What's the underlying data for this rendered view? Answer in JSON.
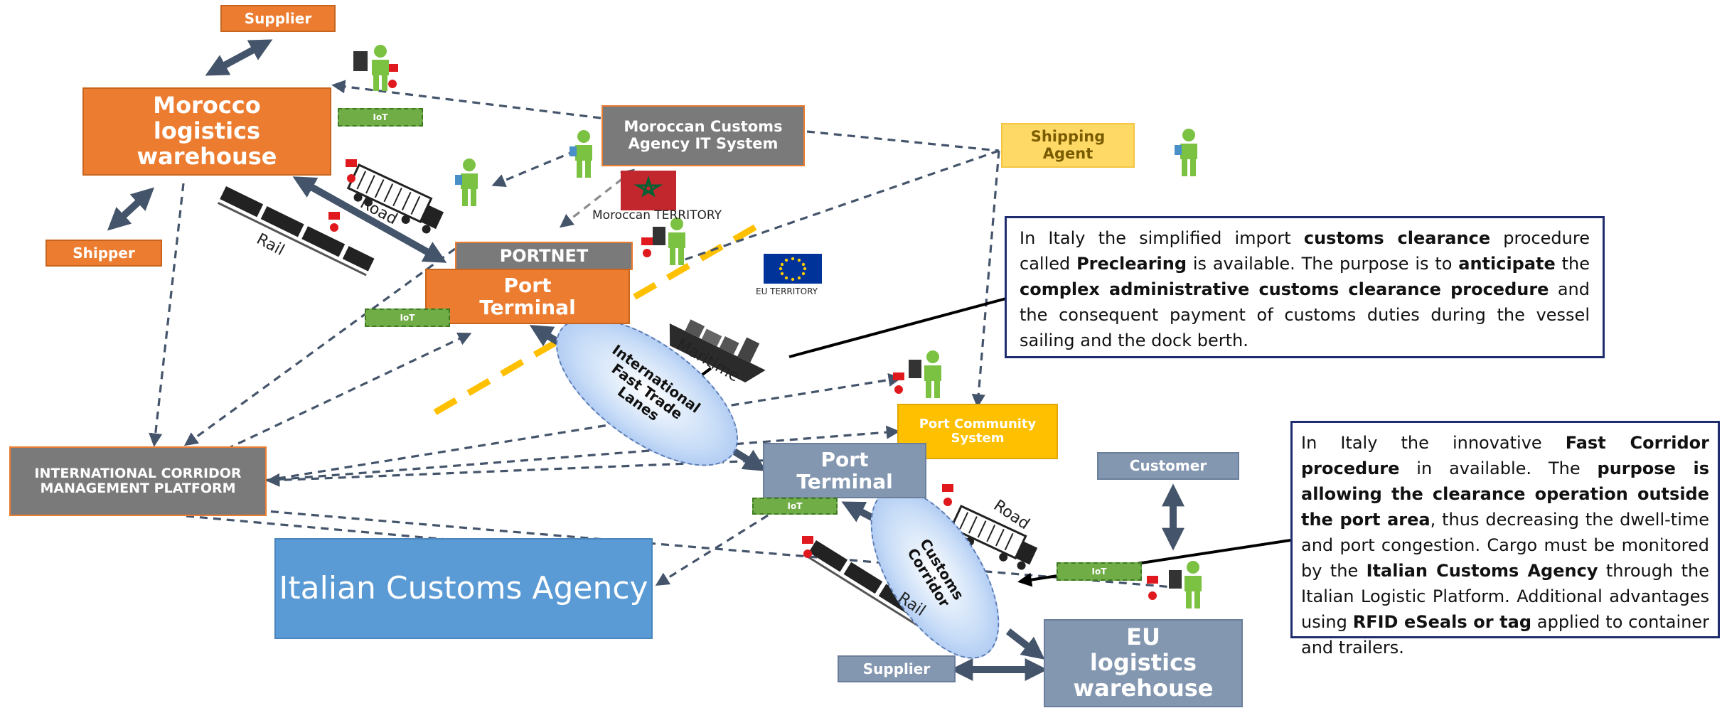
{
  "diagram": {
    "nodes": {
      "supplier_top": "Supplier",
      "morocco_warehouse": "Morocco logistics warehouse",
      "shipper": "Shipper",
      "moroccan_customs": "Moroccan Customs Agency IT System",
      "shipping_agent": "Shipping Agent",
      "portnet": "PORTNET",
      "port_terminal_morocco": "Port Terminal",
      "icmp": "INTERNATIONAL CORRIDOR MANAGEMENT PLATFORM",
      "port_community_system": "Port Community System",
      "port_terminal_italy": "Port Terminal",
      "customer": "Customer",
      "italian_customs": "Italian Customs Agency",
      "supplier_bottom": "Supplier",
      "eu_warehouse": "EU logistics warehouse"
    },
    "iot_label": "IoT",
    "labels": {
      "road_top": "Road",
      "rail_top": "Rail",
      "maritime": "Maritime",
      "road_bottom": "Road",
      "rail_bottom": "Rail",
      "moroccan_territory": "Moroccan TERRITORY",
      "eu_territory": "EU TERRITORY"
    },
    "ellipses": {
      "fast_trade_lanes": "International Fast Trade Lanes",
      "customs_corridor": "Customs Corridor"
    },
    "colors": {
      "orange": "#ec7c30",
      "gray": "#7a7a7a",
      "steel": "#8497b0",
      "yellow": "#ffc000",
      "light_yellow": "#ffd966",
      "blue": "#5b9bd5",
      "iot_green": "#70ad47",
      "arrow": "#44546a",
      "note_border": "#1f2d6e"
    },
    "notes": {
      "preclearing": [
        {
          "t": "In Italy the simplified import ",
          "b": false
        },
        {
          "t": "customs clearance",
          "b": true
        },
        {
          "t": " procedure called ",
          "b": false
        },
        {
          "t": "Preclearing",
          "b": true
        },
        {
          "t": " is available. The purpose is to ",
          "b": false
        },
        {
          "t": "anticipate",
          "b": true
        },
        {
          "t": " the ",
          "b": false
        },
        {
          "t": "complex administrative customs clearance procedure",
          "b": true
        },
        {
          "t": " and the consequent payment of customs duties during the vessel sailing and the dock berth.",
          "b": false
        }
      ],
      "fast_corridor": [
        {
          "t": "In Italy the innovative ",
          "b": false
        },
        {
          "t": "Fast Corridor procedure",
          "b": true
        },
        {
          "t": " in available. The ",
          "b": false
        },
        {
          "t": "purpose is allowing the clearance operation outside the port area",
          "b": true
        },
        {
          "t": ", thus decreasing the dwell-time and port congestion. Cargo must be monitored by the ",
          "b": false
        },
        {
          "t": "Italian Customs Agency",
          "b": true
        },
        {
          "t": " through the Italian Logistic Platform. Additional advantages using ",
          "b": false
        },
        {
          "t": "RFID eSeals or tag",
          "b": true
        },
        {
          "t": " applied to container and trailers.",
          "b": false
        }
      ]
    }
  }
}
